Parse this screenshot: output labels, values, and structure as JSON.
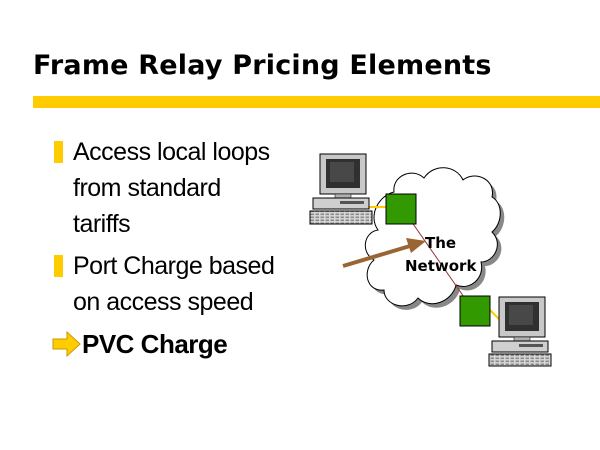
{
  "slide": {
    "title": "Frame Relay Pricing Elements",
    "accent_color": "#ffcc00",
    "bullets": [
      {
        "text": "Access local loops from standard tariffs",
        "icon": "yellow-bar-bullet"
      },
      {
        "text": "Port Charge based on access speed",
        "icon": "yellow-bar-bullet"
      },
      {
        "text": "PVC Charge",
        "icon": "arrow-right-icon",
        "current": true
      }
    ]
  },
  "diagram": {
    "cloud_label_line1": "The",
    "cloud_label_line2": "Network",
    "node_color": "#339900",
    "pointer_arrow_color": "#996633"
  }
}
